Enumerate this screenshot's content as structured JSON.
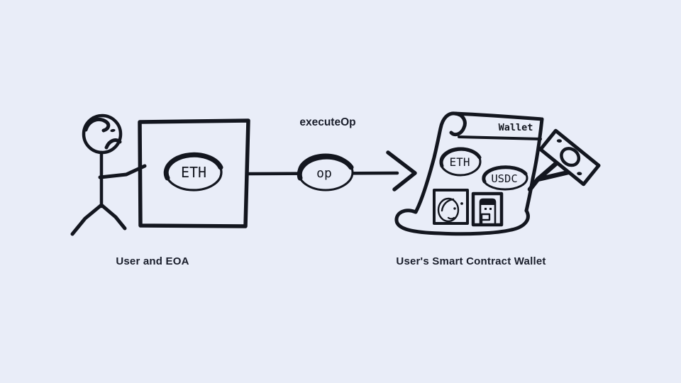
{
  "colors": {
    "background": "#e9edf8",
    "ink": "#13161f",
    "label_text": "#1a1e2b"
  },
  "left_group": {
    "figure_icon": "stick-figure-user-icon",
    "box_token": "ETH",
    "caption": "User and EOA"
  },
  "flow": {
    "label": "executeOp",
    "op_text": "op",
    "arrow_icon": "right-arrow-icon"
  },
  "wallet_group": {
    "header": "Wallet",
    "tokens": [
      "ETH",
      "USDC"
    ],
    "avatar_icons": [
      "female-face-avatar-icon",
      "robot-avatar-icon"
    ],
    "cash_icon": "cash-bill-icon",
    "caption": "User's Smart Contract Wallet"
  }
}
